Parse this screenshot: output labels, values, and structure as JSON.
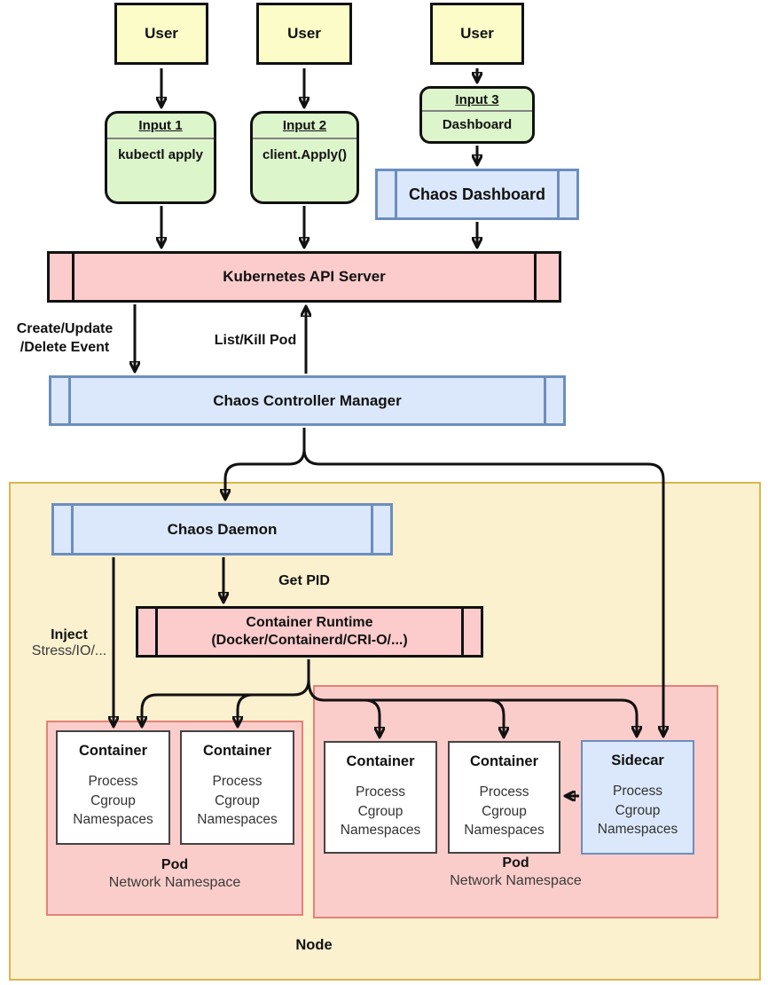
{
  "colors": {
    "yellow_fill": "#FCFCC8",
    "green_fill": "#DDF5CB",
    "pink_fill": "#FCCBCB",
    "blue_fill": "#DBE8FB",
    "blue_border": "#6C8EBF",
    "node_fill": "#FBF1CE",
    "node_border": "#D9B64F",
    "pod_fill": "#FBCDCA",
    "pod_border": "#E2837B"
  },
  "users": [
    {
      "label": "User"
    },
    {
      "label": "User"
    },
    {
      "label": "User"
    }
  ],
  "inputs": [
    {
      "title": "Input 1",
      "body": "kubectl apply"
    },
    {
      "title": "Input 2",
      "body": "client.Apply()"
    },
    {
      "title": "Input 3",
      "body": "Dashboard"
    }
  ],
  "components": {
    "chaos_dashboard": {
      "label": "Chaos Dashboard"
    },
    "api_server": {
      "label": "Kubernetes API Server"
    },
    "controller_manager": {
      "label": "Chaos Controller Manager"
    },
    "chaos_daemon": {
      "label": "Chaos Daemon"
    },
    "container_runtime": {
      "label": "Container Runtime\n(Docker/Containerd/CRI-O/...)"
    }
  },
  "edge_labels": {
    "create_update_delete": "Create/Update\n/Delete Event",
    "list_kill_pod": "List/Kill Pod",
    "get_pid": "Get PID",
    "inject": "Inject",
    "inject_sub": "Stress/IO/..."
  },
  "node": {
    "label": "Node",
    "pods": [
      {
        "label": "Pod",
        "sublabel": "Network Namespace",
        "containers": [
          {
            "title": "Container",
            "body": "Process\nCgroup\nNamespaces"
          },
          {
            "title": "Container",
            "body": "Process\nCgroup\nNamespaces"
          }
        ]
      },
      {
        "label": "Pod",
        "sublabel": "Network Namespace",
        "containers": [
          {
            "title": "Container",
            "body": "Process\nCgroup\nNamespaces"
          },
          {
            "title": "Container",
            "body": "Process\nCgroup\nNamespaces"
          }
        ],
        "sidecar": {
          "title": "Sidecar",
          "body": "Process\nCgroup\nNamespaces"
        }
      }
    ]
  }
}
